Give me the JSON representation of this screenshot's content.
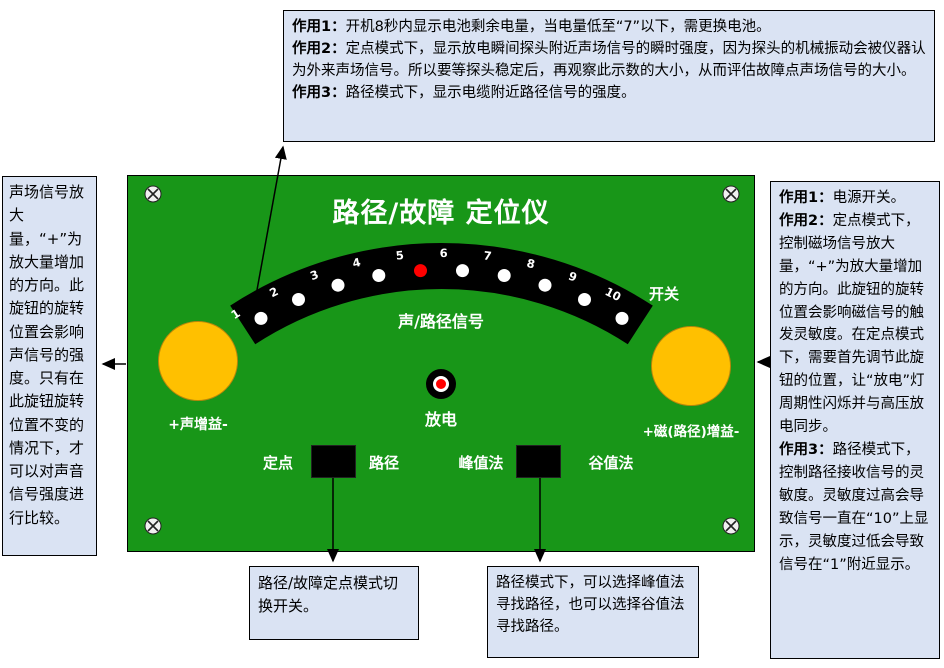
{
  "colors": {
    "panel_green": "#189618",
    "knob_orange": "#FFC000",
    "note_bg": "#dae3f3",
    "led_red": "#FF0000"
  },
  "device": {
    "title": "路径/故障 定位仪",
    "dial": {
      "ticks": [
        "1",
        "2",
        "3",
        "4",
        "5",
        "6",
        "7",
        "8",
        "9",
        "10"
      ],
      "red_tick": "5",
      "label": "声/路径信号"
    },
    "power_label": "开关",
    "sound_gain_label": "+声增益-",
    "magnetic_gain_label": "+磁(路径)增益-",
    "discharge_label": "放电",
    "mode_switch": {
      "left_label": "定点",
      "right_label": "路径"
    },
    "method_switch": {
      "left_label": "峰值法",
      "right_label": "谷值法"
    }
  },
  "annotations": {
    "top": {
      "lines": [
        {
          "label": "作用1：",
          "text": "开机8秒内显示电池剩余电量，当电量低至“7”以下，需更换电池。"
        },
        {
          "label": "作用2：",
          "text": "定点模式下，显示放电瞬间探头附近声场信号的瞬时强度，因为探头的机械振动会被仪器认为外来声场信号。所以要等探头稳定后，再观察此示数的大小，从而评估故障点声场信号的大小。"
        },
        {
          "label": "作用3：",
          "text": "路径模式下，显示电缆附近路径信号的强度。"
        }
      ]
    },
    "left": {
      "text": "声场信号放大量，“+”为放大量增加的方向。此旋钮的旋转位置会影响声信号的强度。只有在此旋钮旋转位置不变的情况下，才可以对声音信号强度进行比较。"
    },
    "right": {
      "lines": [
        {
          "label": "作用1：",
          "text": "电源开关。"
        },
        {
          "label": "作用2：",
          "text": "定点模式下，控制磁场信号放大量，“+”为放大量增加的方向。此旋钮的旋转位置会影响磁信号的触发灵敏度。在定点模式下，需要首先调节此旋钮的位置，让“放电”灯周期性闪烁并与高压放电同步。"
        },
        {
          "label": "作用3：",
          "text": "路径模式下，控制路径接收信号的灵敏度。灵敏度过高会导致信号一直在“10”上显示，灵敏度过低会导致信号在“1”附近显示。"
        }
      ]
    },
    "bottom_left": {
      "text": "路径/故障定点模式切换开关。"
    },
    "bottom_right": {
      "text": "路径模式下，可以选择峰值法寻找路径，也可以选择谷值法寻找路径。"
    }
  }
}
